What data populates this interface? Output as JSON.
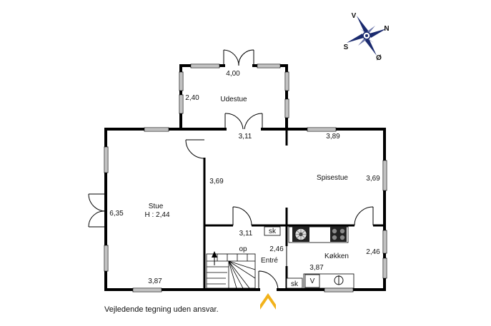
{
  "compass": {
    "north": "N",
    "south": "S",
    "east": "Ø",
    "west": "V"
  },
  "rooms": {
    "udestue": {
      "name": "Udestue",
      "width": "4,00",
      "depth": "2,40"
    },
    "stue": {
      "name": "Stue",
      "height": "H : 2,44",
      "length": "6,35",
      "width": "3,87"
    },
    "hall": {
      "top": "3,11",
      "side": "3,69"
    },
    "spisestue": {
      "name": "Spisestue",
      "width": "3,89",
      "depth": "3,69"
    },
    "entre": {
      "name": "Entré",
      "width": "3,11",
      "depth": "2,46",
      "cupboard": "sk",
      "stairs": "op"
    },
    "kokken": {
      "name": "Køkken",
      "width": "3,87",
      "depth": "2,46",
      "cupboard": "sk",
      "appliance": "V"
    }
  },
  "disclaimer": "Vejledende tegning uden ansvar.",
  "colors": {
    "wall": "#000000",
    "window": "#b8b8b8",
    "entrance_arrow": "#f2b21a"
  }
}
